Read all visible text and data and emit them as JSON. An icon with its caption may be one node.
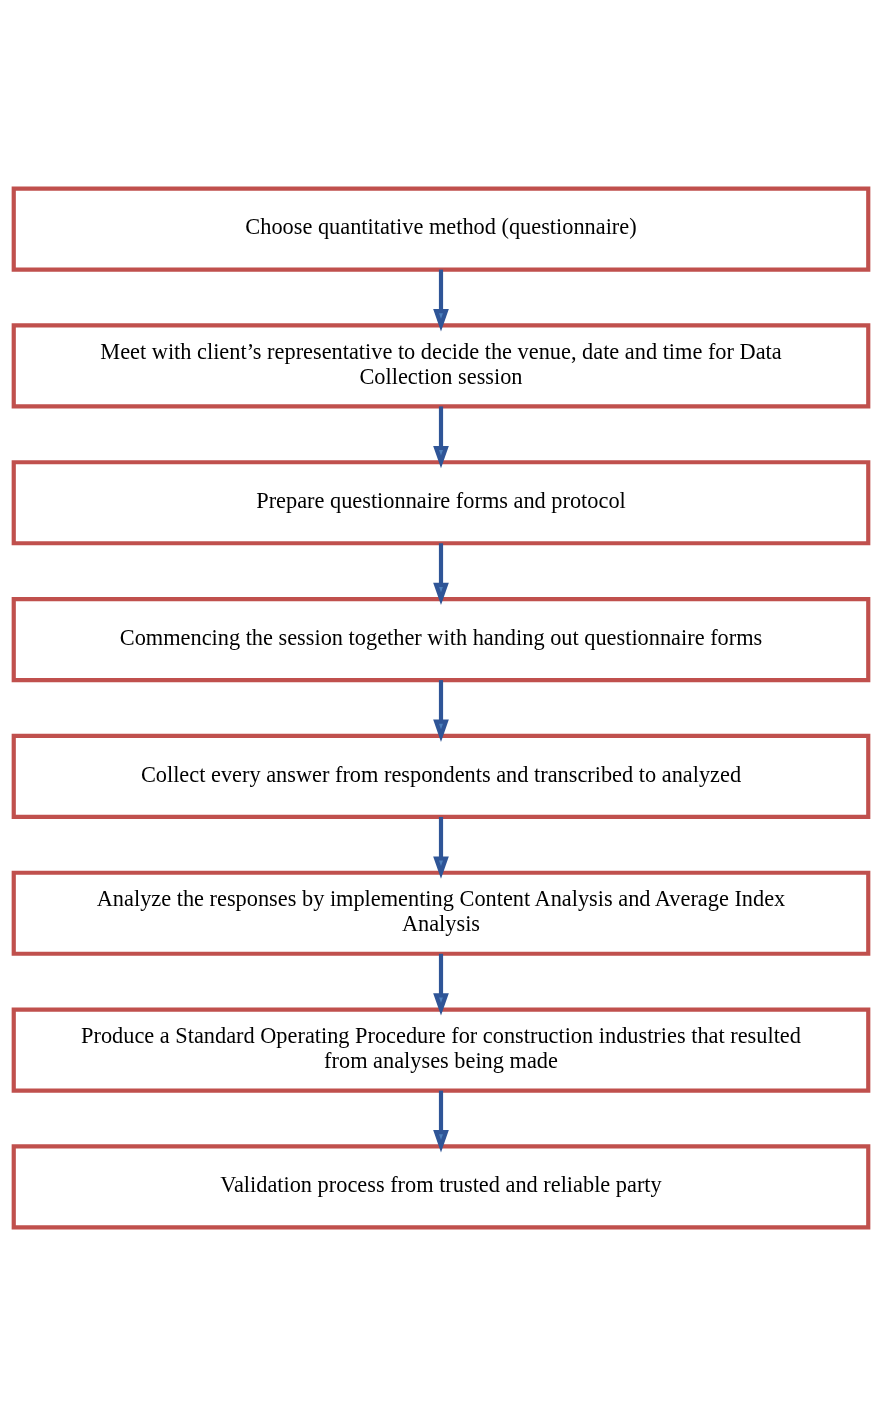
{
  "diagram": {
    "nodes": [
      {
        "text": [
          "Choose quantitative method (questionnaire)"
        ]
      },
      {
        "text": [
          "Meet with client’s representative to decide the venue, date and time for Data Collection session"
        ]
      },
      {
        "text": [
          "Prepare questionnaire forms and protocol"
        ]
      },
      {
        "text": [
          "Commencing the session together with handing out questionnaire forms"
        ]
      },
      {
        "text": [
          "Collect every answer from respondents and transcribed to analyzed"
        ]
      },
      {
        "text": [
          "Analyze the responses by implementing Content Analysis and Average Index Analysis"
        ]
      },
      {
        "text": [
          "Produce a Standard Operating Procedure for construction industries that resulted from analyses being made"
        ]
      },
      {
        "text": [
          "Validation process from trusted and reliable party"
        ]
      }
    ],
    "edges": [
      {
        "from": 0,
        "to": 1,
        "arrow": "to"
      },
      {
        "from": 1,
        "to": 2,
        "arrow": "to"
      },
      {
        "from": 2,
        "to": 3,
        "arrow": "to"
      },
      {
        "from": 3,
        "to": 4,
        "arrow": "to"
      },
      {
        "from": 4,
        "to": 5,
        "arrow": "to"
      },
      {
        "from": 5,
        "to": 6,
        "arrow": "to"
      },
      {
        "from": 6,
        "to": 7,
        "arrow": "to"
      }
    ]
  }
}
